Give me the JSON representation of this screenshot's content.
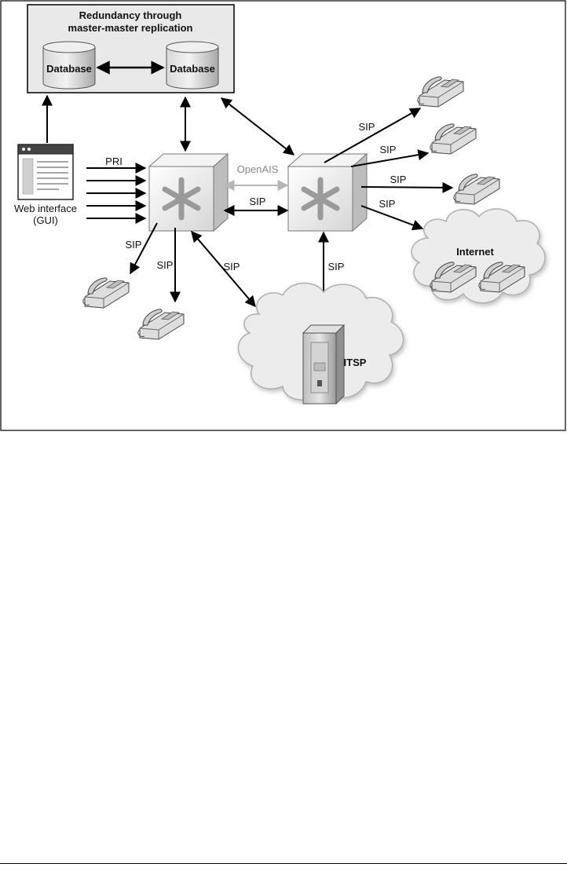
{
  "diagram": {
    "title_line1": "Redundancy through",
    "title_line2": "master-master replication",
    "database_left": "Database",
    "database_right": "Database",
    "web_interface_line1": "Web interface",
    "web_interface_line2": "(GUI)",
    "pri": "PRI",
    "openais": "OpenAIS",
    "sip_between_servers": "SIP",
    "sip_left_phone1": "SIP",
    "sip_left_phone2": "SIP",
    "sip_left_itsp": "SIP",
    "sip_right_phone1": "SIP",
    "sip_right_phone2": "SIP",
    "sip_right_phone3": "SIP",
    "sip_right_internet": "SIP",
    "sip_right_itsp": "SIP",
    "internet": "Internet",
    "itsp": "ITSP"
  }
}
